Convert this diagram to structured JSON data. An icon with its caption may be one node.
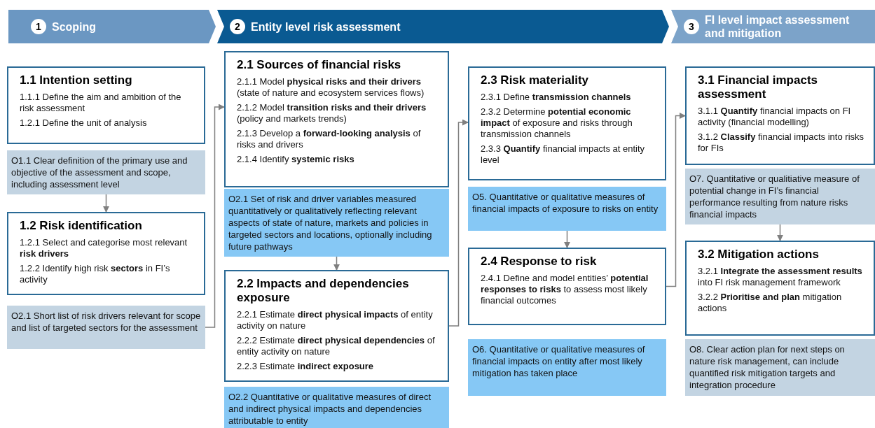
{
  "diagram": {
    "nodes": [
      {
        "text": [
          "1",
          "Scoping"
        ]
      },
      {
        "text": [
          "2",
          "Entity level risk assessment"
        ]
      },
      {
        "text": [
          "3",
          "FI level impact assessment and mitigation"
        ]
      },
      {
        "text": [
          "1.1 Intention setting",
          "1.1.1 Define the aim and ambition of the risk assessment",
          "1.2.1 Define the unit of analysis"
        ]
      },
      {
        "text": [
          "O1.1 Clear definition of the primary use and objective of the assessment and scope, including assessment level"
        ]
      },
      {
        "text": [
          "1.2 Risk identification",
          "1.2.1 Select and categorise most relevant **risk drivers**",
          "1.2.2 Identify high risk **sectors** in FI’s activity"
        ]
      },
      {
        "text": [
          "O2.1 Short list of risk drivers relevant for scope and list of targeted sectors for the assessment"
        ]
      },
      {
        "text": [
          "2.1 Sources of financial risks",
          "2.1.1 Model **physical risks and their drivers** (state of nature and ecosystem services flows)",
          "2.1.2 Model **transition risks and their drivers** (policy and markets trends)",
          "2.1.3 Develop a **forward-looking analysis** of risks and drivers",
          "2.1.4 Identify **systemic risks**"
        ]
      },
      {
        "text": [
          "O2.1 Set of risk and driver variables measured quantitatively or qualitatively reflecting relevant aspects of state of nature, markets and policies in targeted sectors and locations, optionally including future pathways"
        ]
      },
      {
        "text": [
          "2.2 Impacts and dependencies exposure",
          "2.2.1 Estimate **direct physical impacts** of entity activity on nature",
          "2.2.2 Estimate **direct physical dependencies** of entity activity on nature",
          "2.2.3 Estimate **indirect exposure**"
        ]
      },
      {
        "text": [
          "O2.2 Quantitative or qualitative measures of direct and indirect physical impacts and dependencies attributable to entity"
        ]
      },
      {
        "text": [
          "2.3 Risk materiality",
          "2.3.1 Define **transmission channels**",
          "2.3.2 Determine **potential economic impact** of exposure and risks through transmission channels",
          "2.3.3 **Quantify** financial impacts at entity level"
        ]
      },
      {
        "text": [
          "O5. Quantitative or qualitative measures of financial impacts of exposure to risks on entity"
        ]
      },
      {
        "text": [
          "2.4 Response to risk",
          "2.4.1 Define and model entities’ **potential responses to risks** to assess most likely financial outcomes"
        ]
      },
      {
        "text": [
          "O6. Quantitative or qualitative measures of financial impacts on entity after most likely mitigation has taken place"
        ]
      },
      {
        "text": [
          "3.1 Financial impacts assessment",
          "3.1.1 **Quantify** financial impacts on FI activity (financial modelling)",
          "3.1.2 **Classify** financial impacts into risks for FIs"
        ]
      },
      {
        "text": [
          "O7. Quantitative or qualitiative measure of potential change in FI’s financial performance resulting from nature risks financial impacts"
        ]
      },
      {
        "text": [
          "3.2 Mitigation actions",
          "3.2.1 **Integrate the assessment results** into FI risk management framework",
          "3.2.2 **Prioritise and plan** mitigation actions"
        ]
      },
      {
        "text": [
          "O8. Clear action plan for next steps on nature risk management, can include quantified risk mitigation targets and integration procedure"
        ]
      }
    ],
    "edges": [
      {
        "from": 4,
        "to": 5,
        "arrow": "to"
      },
      {
        "from": 6,
        "to": 7,
        "arrow": "to"
      },
      {
        "from": 8,
        "to": 9,
        "arrow": "to"
      },
      {
        "from": 9,
        "to": 11,
        "arrow": "to"
      },
      {
        "from": 12,
        "to": 13,
        "arrow": "to"
      },
      {
        "from": 13,
        "to": 15,
        "arrow": "to"
      },
      {
        "from": 16,
        "to": 17,
        "arrow": "to"
      }
    ]
  }
}
